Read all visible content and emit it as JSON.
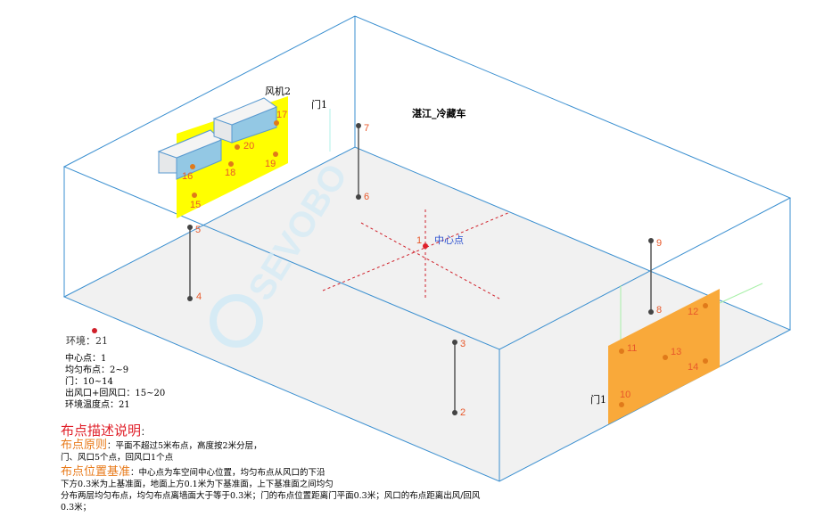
{
  "title": "湛江_冷藏车",
  "watermark": "SEVOBO",
  "labels": {
    "fan": "风机2",
    "door_top": "门1",
    "door_side": "门1",
    "center": "中心点"
  },
  "points": [
    "1",
    "2",
    "3",
    "4",
    "5",
    "6",
    "7",
    "8",
    "9",
    "10",
    "11",
    "12",
    "13",
    "14",
    "15",
    "16",
    "17",
    "18",
    "19",
    "20"
  ],
  "environment": "环境：21",
  "legend": [
    "中心点：1",
    "均匀布点：2~9",
    "门：10~14",
    "出风口+回风口：15~20",
    "环境温度点：21"
  ],
  "description": {
    "heading": "布点描述说明",
    "heading_colon": "：",
    "principle_label": "布点原则",
    "principle_text": "：平面不超过5米布点，高度按2米分层，",
    "principle_text2": "门、风口5个点，回风口1个点",
    "basis_label": "布点位置基准",
    "basis_text": "：中心点为车空间中心位置，均匀布点从风口的下沿",
    "basis_text2": "下方0.3米为上基准面，地面上方0.1米为下基准面，上下基准面之间均匀",
    "basis_text3": "分布两层均匀布点，均匀布点离墙面大于等于0.3米；门的布点位置距离门平面0.3米；风口的布点距离出风/回风",
    "basis_text4": "0.3米；"
  },
  "colors": {
    "edge": "#3a8fd0",
    "floor": "#f1f1f1",
    "yellow": "#ffff00",
    "door": "#f9a93a",
    "point": "#e07a1a",
    "label": "#e8582a"
  }
}
